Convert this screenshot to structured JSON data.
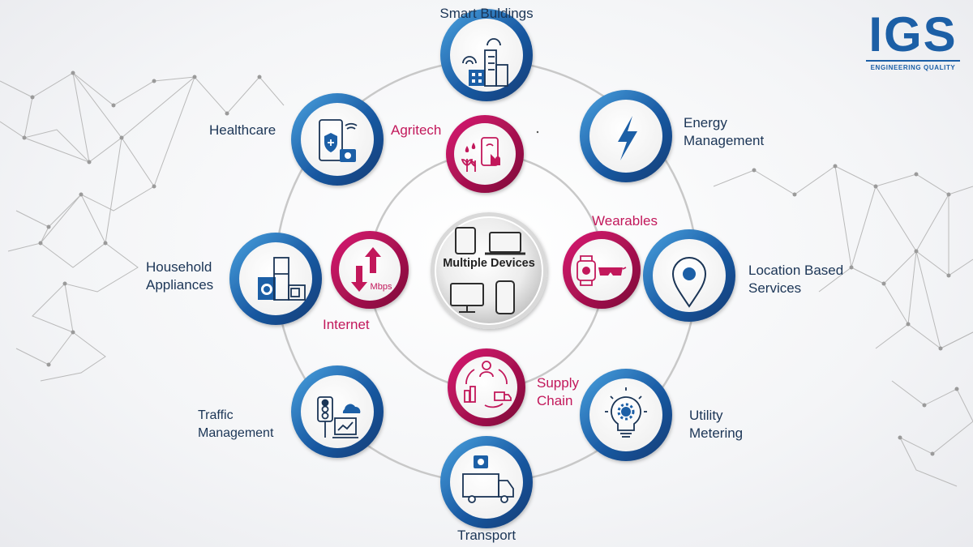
{
  "brand": {
    "logo_text": "IGS",
    "tagline": "ENGINEERING QUALITY",
    "colors": {
      "blue": "#1c5fa6",
      "dark_navy": "#1b3556",
      "magenta": "#c2185b",
      "ring_gray": "#c8c8c8"
    }
  },
  "center": {
    "label": "Multiple Devices",
    "icon": "devices-icon"
  },
  "outer_nodes": [
    {
      "id": "smart-buildings",
      "label": "Smart Buldings",
      "icon": "buildings-icon"
    },
    {
      "id": "energy-management",
      "label_lines": [
        "Energy",
        "Management"
      ],
      "icon": "lightning-icon"
    },
    {
      "id": "location-based-services",
      "label_lines": [
        "Location Based",
        "Services"
      ],
      "icon": "map-pin-icon"
    },
    {
      "id": "utility-metering",
      "label_lines": [
        "Utility",
        "Metering"
      ],
      "icon": "lightbulb-gear-icon"
    },
    {
      "id": "transport",
      "label": "Transport",
      "icon": "truck-icon"
    },
    {
      "id": "traffic-management",
      "label_lines": [
        "Traffic",
        "Management"
      ],
      "icon": "traffic-light-icon"
    },
    {
      "id": "household-appliances",
      "label_lines": [
        "Household",
        "Appliances"
      ],
      "icon": "appliances-icon"
    },
    {
      "id": "healthcare",
      "label": "Healthcare",
      "icon": "medical-phone-icon"
    }
  ],
  "inner_nodes": [
    {
      "id": "agritech",
      "label": "Agritech",
      "icon": "plant-phone-icon"
    },
    {
      "id": "wearables",
      "label": "Wearables",
      "icon": "smartwatch-icon"
    },
    {
      "id": "supply-chain",
      "label_lines": [
        "Supply",
        "Chain"
      ],
      "icon": "supply-cycle-icon"
    },
    {
      "id": "internet",
      "label": "Internet",
      "icon": "bandwidth-icon",
      "sublabel": "Mbps"
    }
  ]
}
